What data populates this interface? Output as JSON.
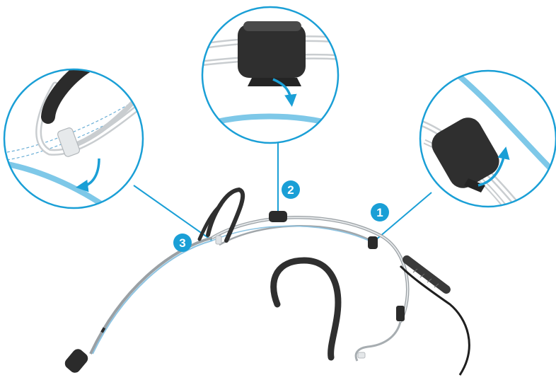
{
  "diagram": {
    "subject": "headset-microphone-cable-mounting",
    "steps": [
      {
        "number": "1"
      },
      {
        "number": "2"
      },
      {
        "number": "3"
      }
    ],
    "colors": {
      "accent": "#1a9fd6",
      "light_blue": "#7ec8e8",
      "dark": "#2b2b2b",
      "wire": "#cfd3d6"
    }
  }
}
